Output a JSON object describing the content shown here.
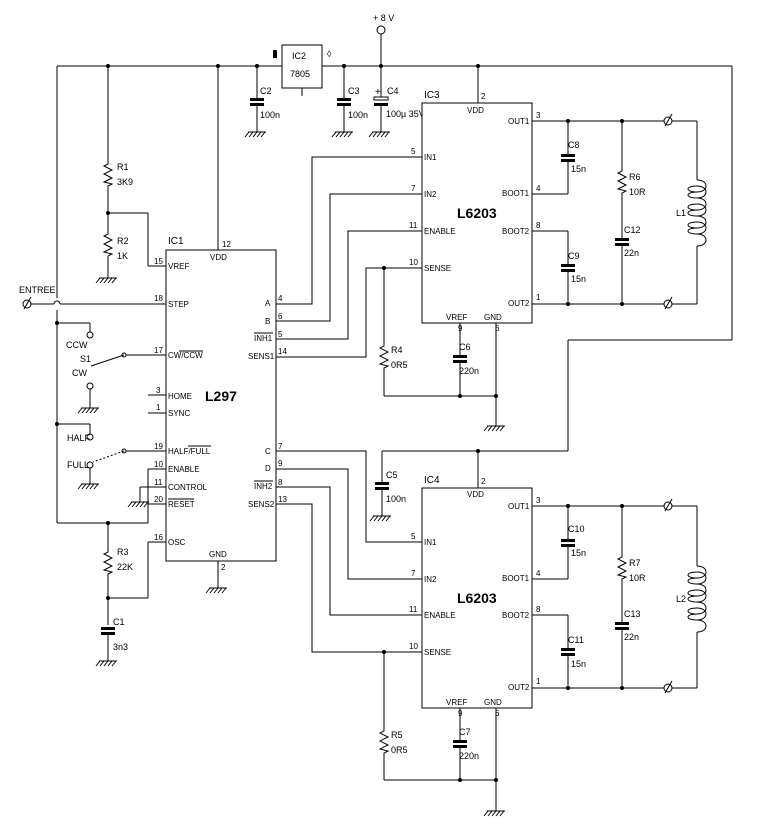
{
  "supply": {
    "label": "+ 8 V"
  },
  "entree": {
    "label": "ENTREE"
  },
  "ic1": {
    "ref": "IC1",
    "name": "L297",
    "pins": {
      "vref": "VREF",
      "step": "STEP",
      "cwccw": "CW/CCW",
      "home": "HOME",
      "sync": "SYNC",
      "halffull": "HALF/FULL",
      "enable": "ENABLE",
      "control": "CONTROL",
      "reset": "RESET",
      "osc": "OSC",
      "vdd": "VDD",
      "gnd": "GND",
      "a": "A",
      "b": "B",
      "inh1": "INH1",
      "sens1": "SENS1",
      "c": "C",
      "d": "D",
      "inh2": "INH2",
      "sens2": "SENS2"
    },
    "nums": {
      "vref": "15",
      "step": "18",
      "cwccw": "17",
      "home": "3",
      "sync": "1",
      "halffull": "19",
      "enable": "10",
      "control": "11",
      "reset": "20",
      "osc": "16",
      "vdd": "12",
      "gnd": "2",
      "a": "4",
      "b": "6",
      "inh1": "5",
      "sens1": "14",
      "c": "7",
      "d": "9",
      "inh2": "8",
      "sens2": "13"
    }
  },
  "ic2": {
    "ref": "IC2",
    "name": "7805"
  },
  "ic3": {
    "ref": "IC3",
    "name": "L6203",
    "pins": {
      "in1": "IN1",
      "in2": "IN2",
      "enable": "ENABLE",
      "sense": "SENSE",
      "vdd": "VDD",
      "vref": "VREF",
      "gnd": "GND",
      "out1": "OUT1",
      "boot1": "BOOT1",
      "boot2": "BOOT2",
      "out2": "OUT2"
    },
    "nums": {
      "in1": "5",
      "in2": "7",
      "enable": "11",
      "sense": "10",
      "vdd": "2",
      "vref": "9",
      "gnd": "6",
      "out1": "3",
      "boot1": "4",
      "boot2": "8",
      "out2": "1"
    }
  },
  "ic4": {
    "ref": "IC4",
    "name": "L6203",
    "pins": {
      "in1": "IN1",
      "in2": "IN2",
      "enable": "ENABLE",
      "sense": "SENSE",
      "vdd": "VDD",
      "vref": "VREF",
      "gnd": "GND",
      "out1": "OUT1",
      "boot1": "BOOT1",
      "boot2": "BOOT2",
      "out2": "OUT2"
    },
    "nums": {
      "in1": "5",
      "in2": "7",
      "enable": "11",
      "sense": "10",
      "vdd": "2",
      "vref": "9",
      "gnd": "6",
      "out1": "3",
      "boot1": "4",
      "boot2": "8",
      "out2": "1"
    }
  },
  "components": {
    "r1": {
      "ref": "R1",
      "value": "3K9"
    },
    "r2": {
      "ref": "R2",
      "value": "1K"
    },
    "r3": {
      "ref": "R3",
      "value": "22K"
    },
    "r4": {
      "ref": "R4",
      "value": "0R5"
    },
    "r5": {
      "ref": "R5",
      "value": "0R5"
    },
    "r6": {
      "ref": "R6",
      "value": "10R"
    },
    "r7": {
      "ref": "R7",
      "value": "10R"
    },
    "c1": {
      "ref": "C1",
      "value": "3n3"
    },
    "c2": {
      "ref": "C2",
      "value": "100n"
    },
    "c3": {
      "ref": "C3",
      "value": "100n"
    },
    "c4": {
      "ref": "C4",
      "value": "100µ 35V"
    },
    "c5": {
      "ref": "C5",
      "value": "100n"
    },
    "c6": {
      "ref": "C6",
      "value": "220n"
    },
    "c7": {
      "ref": "C7",
      "value": "220n"
    },
    "c8": {
      "ref": "C8",
      "value": "15n"
    },
    "c9": {
      "ref": "C9",
      "value": "15n"
    },
    "c10": {
      "ref": "C10",
      "value": "15n"
    },
    "c11": {
      "ref": "C11",
      "value": "15n"
    },
    "c12": {
      "ref": "C12",
      "value": "22n"
    },
    "c13": {
      "ref": "C13",
      "value": "22n"
    },
    "l1": {
      "ref": "L1"
    },
    "l2": {
      "ref": "L2"
    },
    "s1": {
      "ref": "S1",
      "ccw": "CCW",
      "cw": "CW"
    },
    "modesw": {
      "half": "HALF",
      "full": "FULL"
    },
    "c4plus": "+"
  }
}
